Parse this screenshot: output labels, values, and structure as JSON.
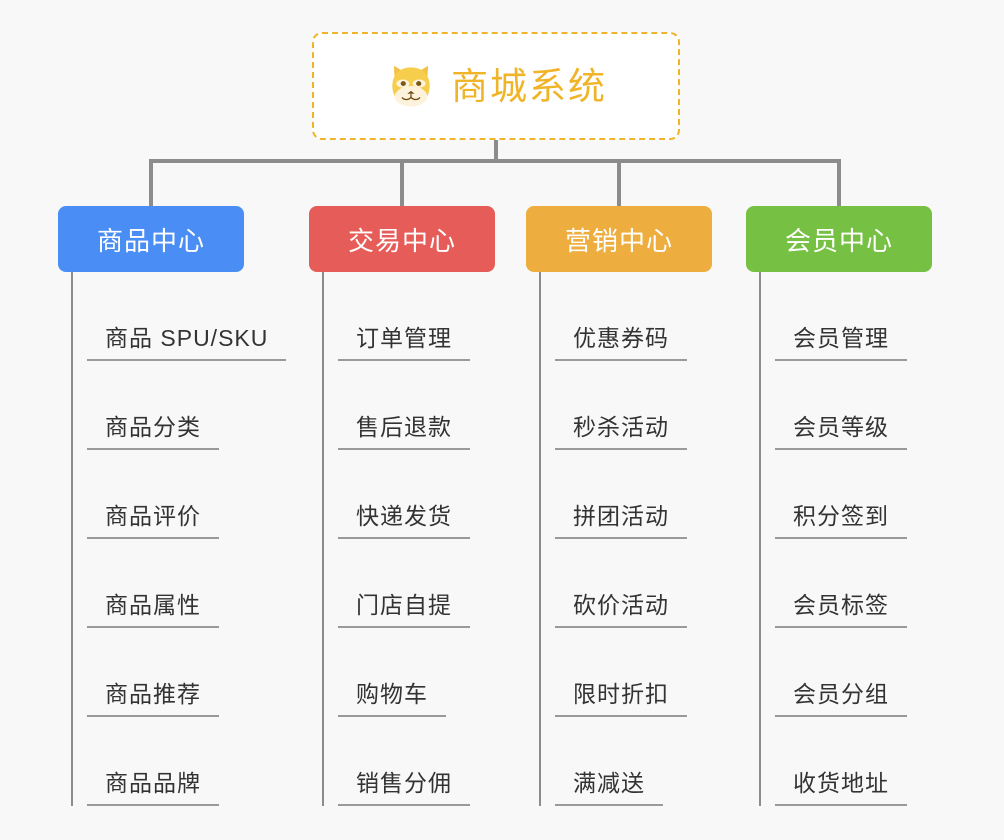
{
  "page": {
    "background_color": "#f8f8f8",
    "type": "mindmap"
  },
  "root": {
    "title": "商城系统",
    "icon": "shiba-inu-dog-face-emoji",
    "text_color": "#f0b429",
    "border_color": "#f0b429",
    "border_style": "dashed",
    "background_color": "#ffffff"
  },
  "connector": {
    "color": "#8c8c8c"
  },
  "branches": [
    {
      "label": "商品中心",
      "color": "#4a8ef5",
      "color_name": "blue",
      "items": [
        "商品 SPU/SKU",
        "商品分类",
        "商品评价",
        "商品属性",
        "商品推荐",
        "商品品牌"
      ]
    },
    {
      "label": "交易中心",
      "color": "#e65c58",
      "color_name": "red",
      "items": [
        "订单管理",
        "售后退款",
        "快递发货",
        "门店自提",
        "购物车",
        "销售分佣"
      ]
    },
    {
      "label": "营销中心",
      "color": "#eeae3f",
      "color_name": "orange",
      "items": [
        "优惠券码",
        "秒杀活动",
        "拼团活动",
        "砍价活动",
        "限时折扣",
        "满减送"
      ]
    },
    {
      "label": "会员中心",
      "color": "#76c044",
      "color_name": "green",
      "items": [
        "会员管理",
        "会员等级",
        "积分签到",
        "会员标签",
        "会员分组",
        "收货地址"
      ]
    }
  ]
}
